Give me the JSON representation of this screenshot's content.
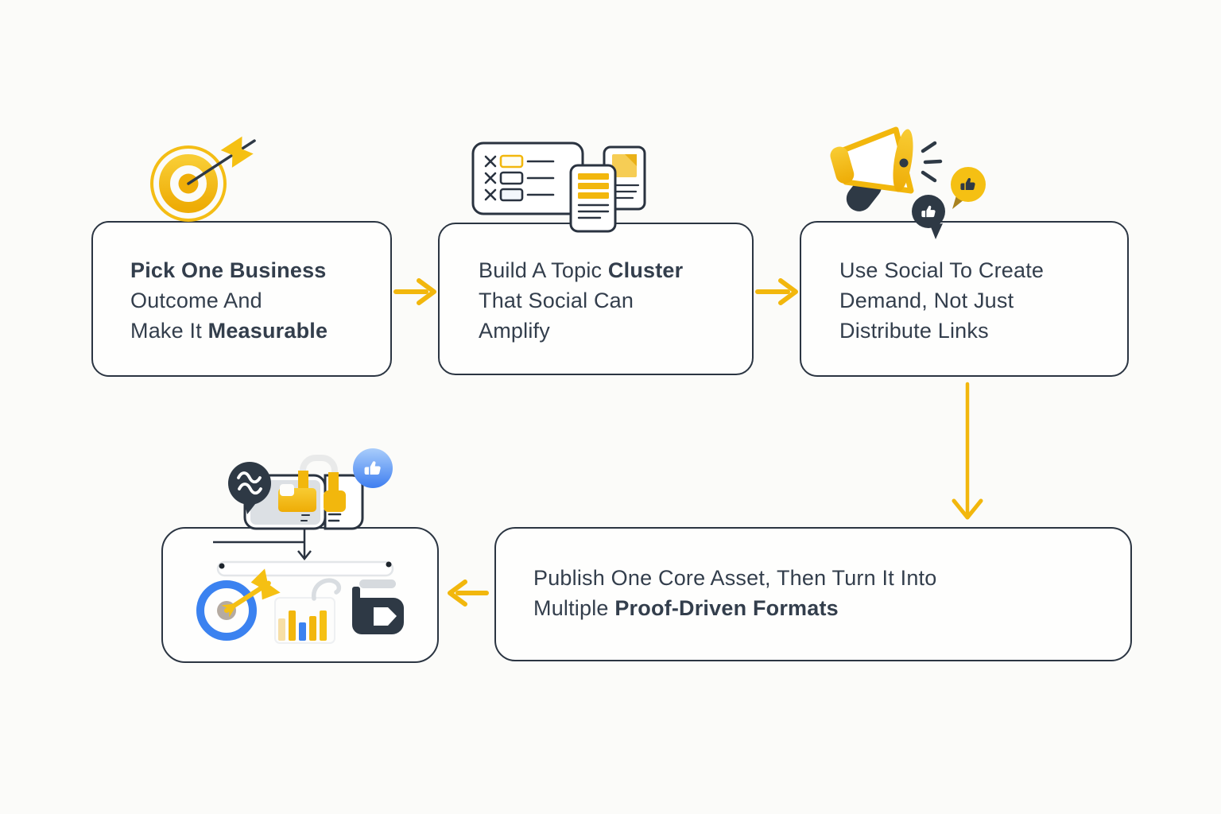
{
  "diagram": {
    "title_implicit": "Social content strategy flow",
    "palette": {
      "background": "#fbfbf9",
      "accent_yellow": "#f2b70d",
      "accent_yellow_light": "#f8cc33",
      "dark": "#2e3945",
      "box_border": "#2b3542",
      "text_color": "#333e4c",
      "blue": "#3b82f0",
      "gray": "#dce0e4"
    },
    "steps": {
      "step1": {
        "line1_bold": "Pick One Business",
        "line2": "Outcome And",
        "line3_regular": "Make It ",
        "line3_bold": "Measurable",
        "icon": "target-dart-icon"
      },
      "step2": {
        "line1_regular": "Build A Topic ",
        "line1_bold": "Cluster",
        "line2": "That Social Can",
        "line3": "Amplify",
        "icon": "checklist-and-documents-icon"
      },
      "step3": {
        "line1": "Use Social To Create",
        "line2": "Demand, Not Just",
        "line3": "Distribute Links",
        "icon": "megaphone-with-likes-icon"
      },
      "step4": {
        "line1": "Publish One Core Asset, Then Turn It Into",
        "line2_regular": "Multiple ",
        "line2_bold": "Proof-Driven Formats",
        "icon": "none"
      },
      "step5": {
        "label": "",
        "icon": "content-repurposing-illustration"
      }
    },
    "connectors": [
      {
        "name": "arrow-step1-to-step2",
        "direction": "right",
        "color": "#f2b70d"
      },
      {
        "name": "arrow-step2-to-step3",
        "direction": "right",
        "color": "#f2b70d"
      },
      {
        "name": "arrow-step3-to-step4",
        "direction": "down",
        "color": "#f2b70d"
      },
      {
        "name": "arrow-step4-to-step5",
        "direction": "left",
        "color": "#f2b70d"
      }
    ],
    "icon_names": [
      "target-dart-icon",
      "checklist-and-documents-icon",
      "megaphone-with-likes-icon",
      "share-bubble-icon",
      "browser-folder-card-icon",
      "thumbs-up-badge-icon",
      "progress-pill",
      "blue-target-dart-icon",
      "mini-bar-chart-icon",
      "hook-icon",
      "gray-pill",
      "dark-folder-d-icon"
    ]
  }
}
